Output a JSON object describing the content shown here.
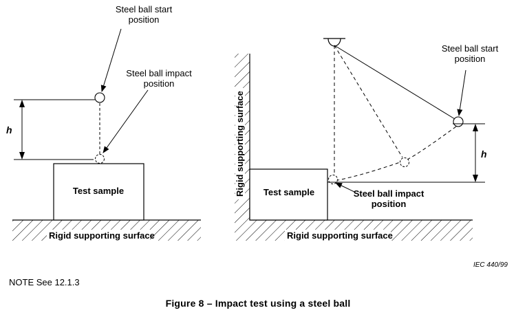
{
  "labels": {
    "left_start": [
      "Steel ball start",
      "position"
    ],
    "left_impact": [
      "Steel ball impact",
      "position"
    ],
    "left_h": "h",
    "left_sample": "Test sample",
    "left_surface": "Rigid supporting surface",
    "right_start": [
      "Steel ball start",
      "position"
    ],
    "right_h": "h",
    "right_vertical_surface": "Rigid supporting surface",
    "right_sample": "Test sample",
    "right_impact": [
      "Steel ball impact",
      "position"
    ],
    "right_surface": "Rigid supporting surface"
  },
  "reference": "IEC   440/99",
  "note": "NOTE    See 12.1.3",
  "caption": "Figure 8 – Impact test using a steel ball"
}
